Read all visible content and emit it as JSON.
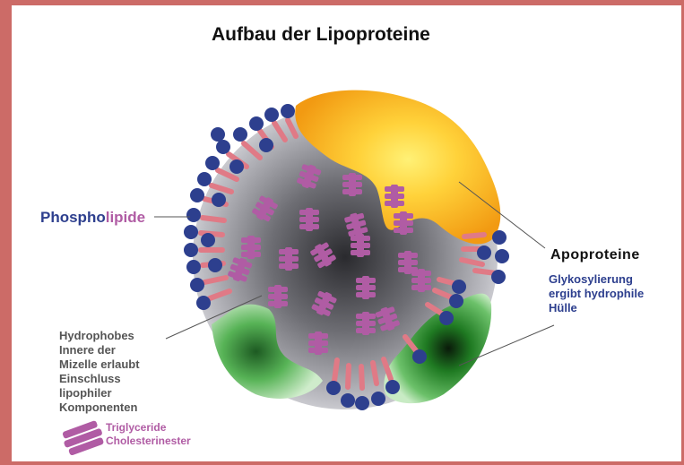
{
  "title": "Aufbau der Lipoproteine",
  "labels": {
    "phospholipide_part1": "Phospho",
    "phospholipide_part2": "lipide",
    "apoproteine": "Apoproteine",
    "glykosylierung_lines": [
      "Glykosylierung",
      "ergibt hydrophile",
      "Hülle"
    ],
    "hydrophobes_lines": [
      "Hydrophobes",
      "Innere der",
      "Mizelle erlaubt",
      "Einschluss",
      "lipophiler",
      "Komponenten"
    ],
    "legend_lines": [
      "Triglyceride",
      "Cholesterinester"
    ]
  },
  "colors": {
    "border": "#cc6b67",
    "phospholipid_head": "#2d3f8e",
    "phospholipid_tail": "#e07a86",
    "triglyceride": "#b05ca4",
    "apoprotein_orange": "#f7a51c",
    "apoprotein_green": "#3aa33a",
    "core_gray": "#8a8a90"
  },
  "icons": {
    "legend_icon": "triglyceride-molecule-icon"
  }
}
